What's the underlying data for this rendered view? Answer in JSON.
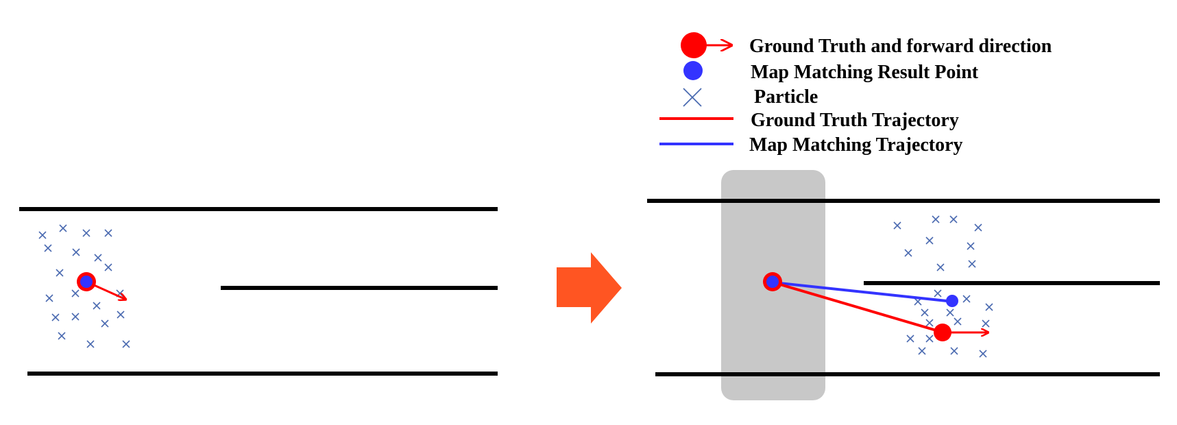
{
  "colors": {
    "ground_truth": "#ff0000",
    "map_matching": "#3333ff",
    "particle": "#4a6ab0",
    "road": "#000000",
    "highlight_region": "#c8c8c8",
    "transition_arrow": "#ff5522"
  },
  "legend": {
    "items": [
      {
        "icon": "ground-truth-with-direction-icon",
        "label": "Ground Truth and forward direction"
      },
      {
        "icon": "map-matching-point-icon",
        "label": "Map Matching Result Point"
      },
      {
        "icon": "particle-x-icon",
        "label": "Particle"
      },
      {
        "icon": "red-line-icon",
        "label": "Ground Truth Trajectory"
      },
      {
        "icon": "blue-line-icon",
        "label": "Map Matching Trajectory"
      }
    ]
  },
  "panels": [
    {
      "name": "before",
      "description_icons": [
        "road-lines",
        "particle-cluster",
        "ground-truth-point",
        "direction-arrow"
      ]
    },
    {
      "name": "after",
      "description_icons": [
        "road-lines",
        "highlight-region",
        "particle-cluster",
        "ground-truth-trajectory",
        "map-matching-trajectory"
      ]
    }
  ],
  "transition": {
    "icon": "right-arrow-icon"
  }
}
